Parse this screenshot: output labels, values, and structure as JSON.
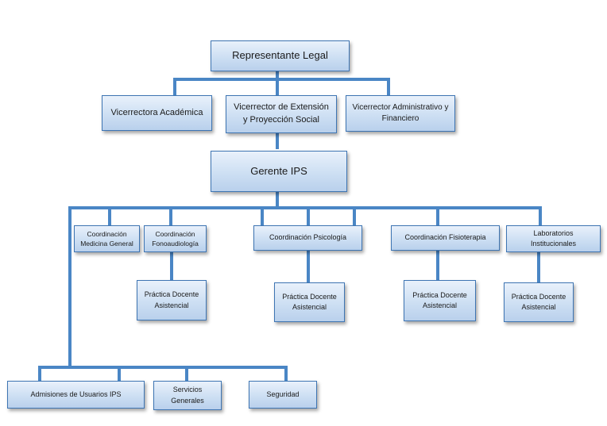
{
  "org_chart": {
    "representante": "Representante Legal",
    "vicerrectoria_academica": "Vicerrectora Académica",
    "vicerrector_extension": "Vicerrector de Extensión\ny Proyección Social",
    "vicerrector_administrativo": "Vicerrector Administrativo y\nFinanciero",
    "gerente": "Gerente IPS",
    "coord_medicina": "Coordinación\nMedicina General",
    "coord_fonoaudiologia": "Coordinación\nFonoaudiología",
    "coord_psicologia": "Coordinación Psicología",
    "coord_fisioterapia": "Coordinación Fisioterapia",
    "laboratorios": "Laboratorios\nInstitucionales",
    "practica_fono": "Práctica Docente\nAsistencial",
    "practica_psicologia": "Práctica Docente\nAsistencial",
    "practica_fisioterapia": "Práctica Docente\nAsistencial",
    "practica_laboratorios": "Práctica Docente\nAsistencial",
    "admisiones": "Admisiones de Usuarios IPS",
    "servicios_generales": "Servicios\nGenerales",
    "seguridad": "Seguridad"
  },
  "colors": {
    "connector": "#4a86c5",
    "box_border": "#3e75b3",
    "box_fill_top": "#e9f1fb",
    "box_fill_bottom": "#b9d0ec"
  }
}
